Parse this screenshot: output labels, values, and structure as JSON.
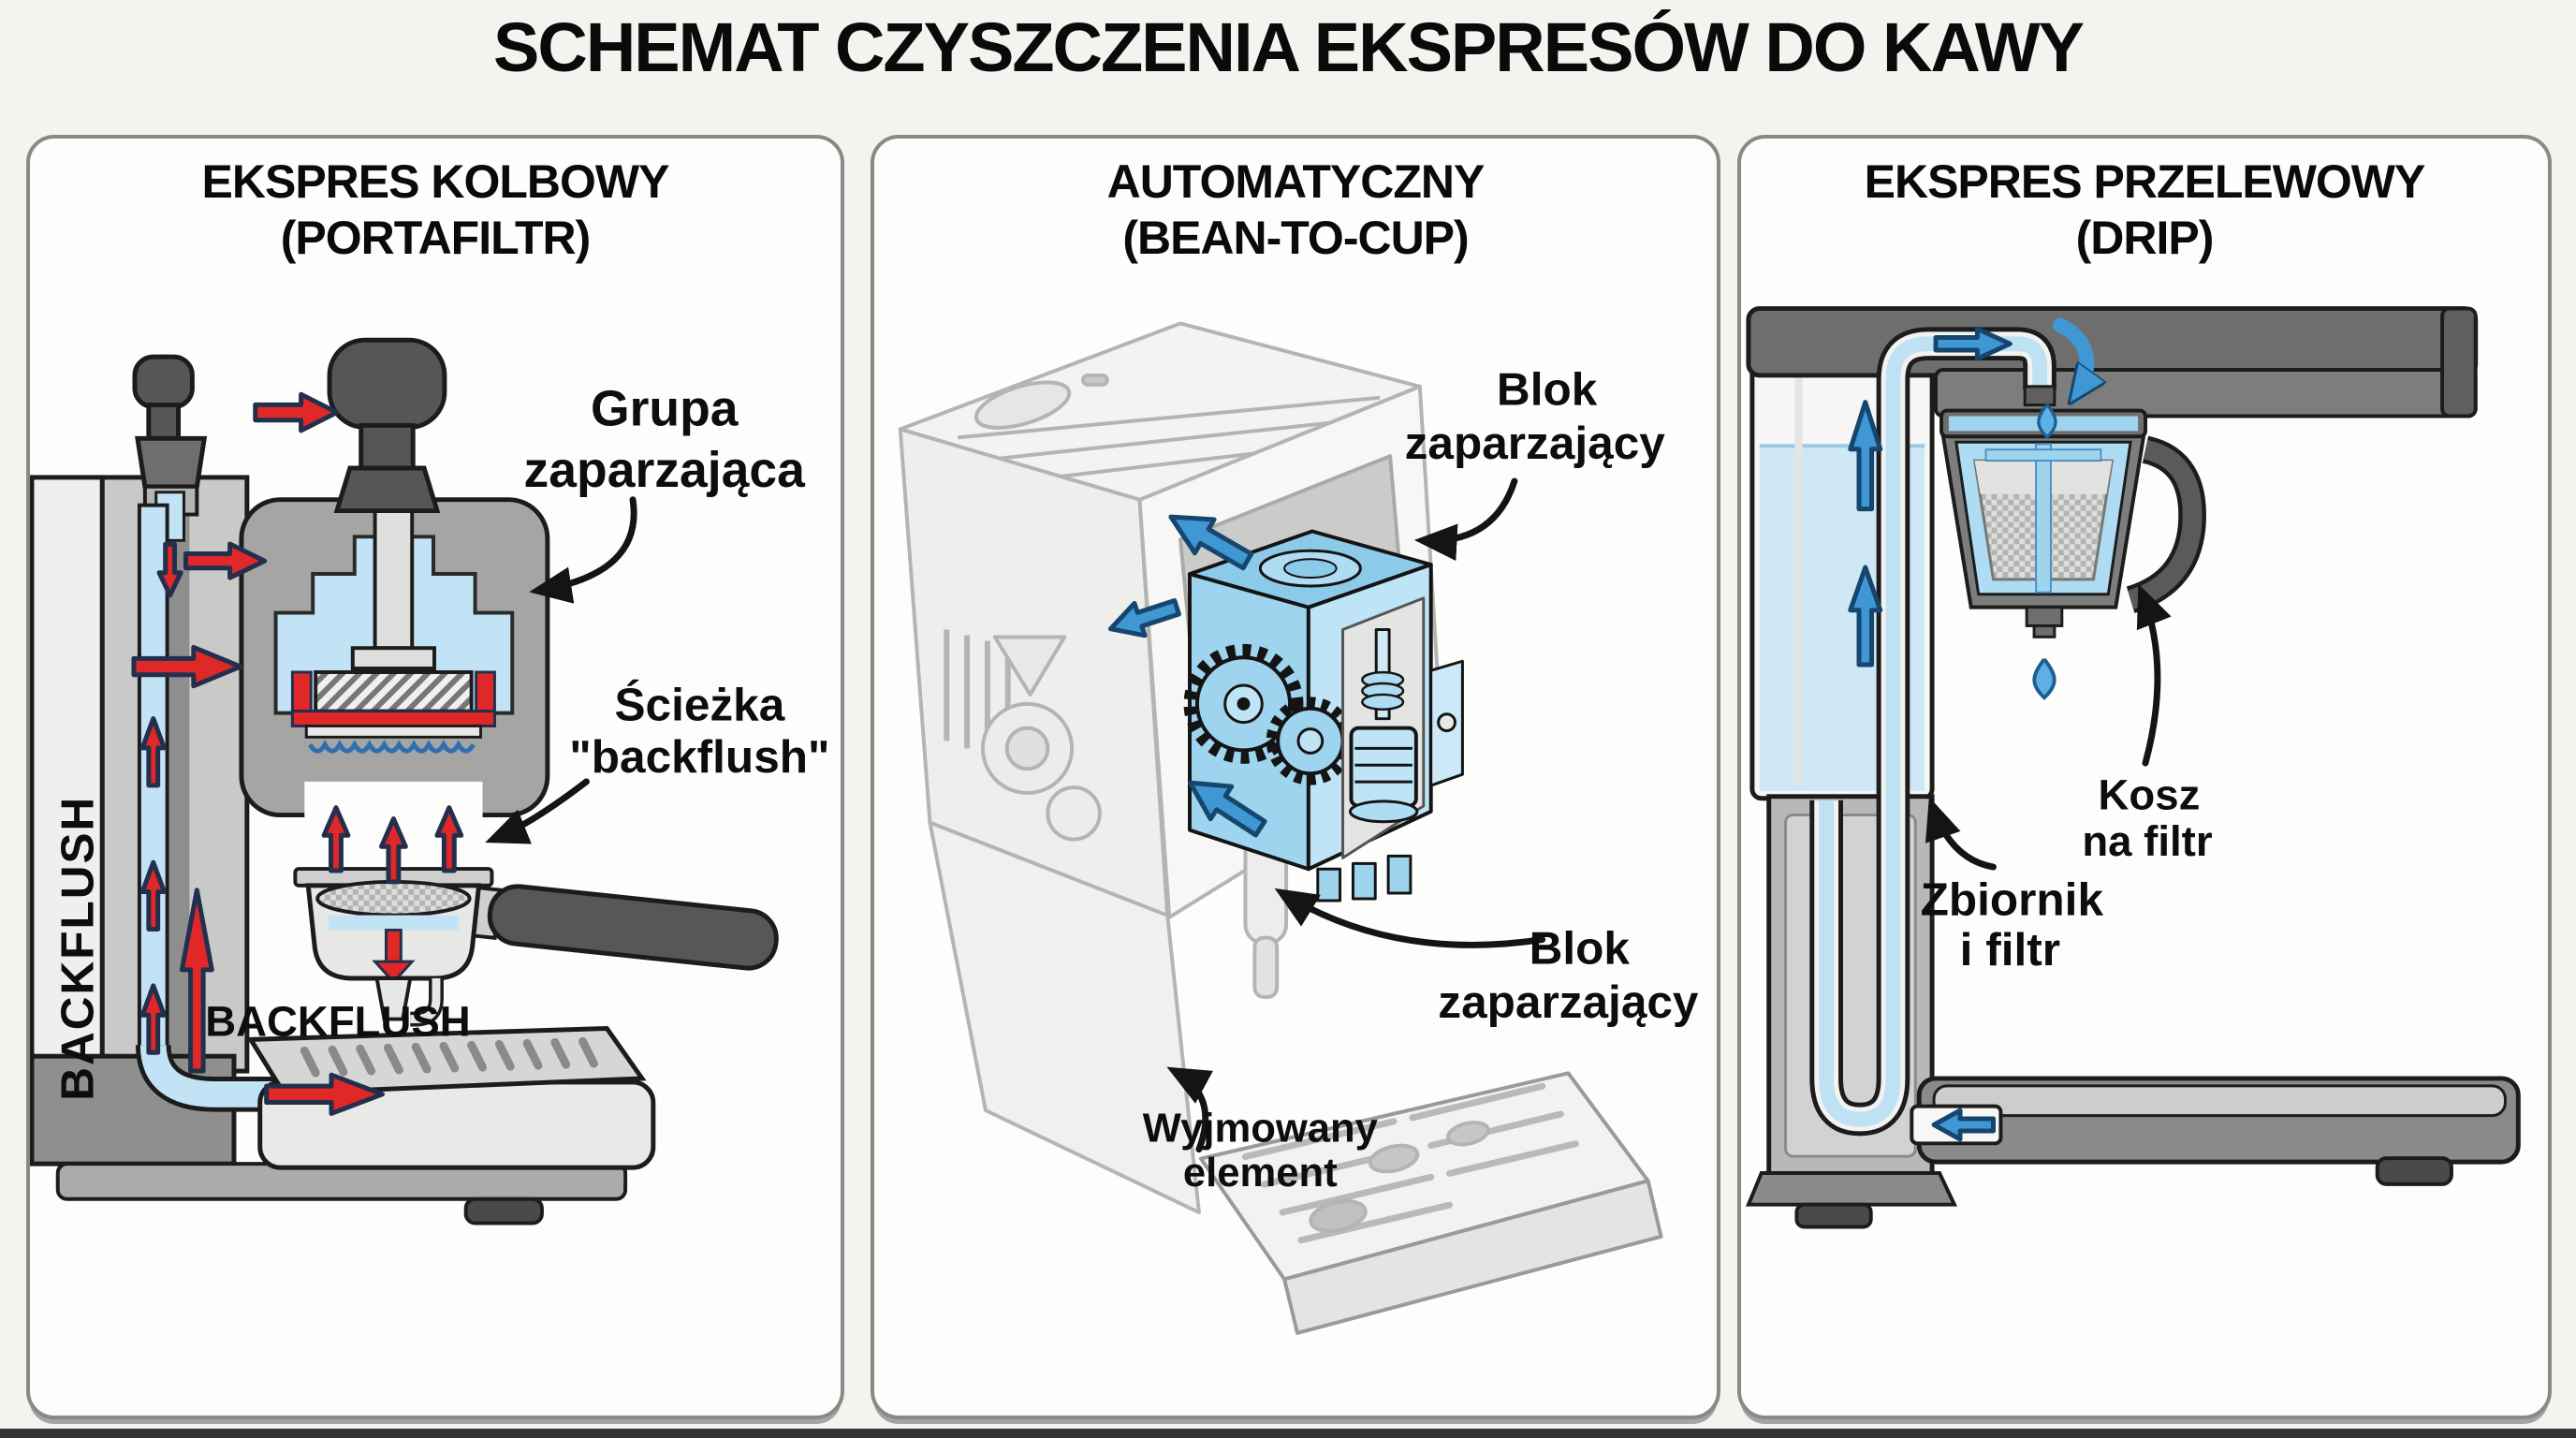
{
  "title": "SCHEMAT CZYSZCZENIA EKSPRESÓW DO KAWY",
  "panels": [
    {
      "id": "portafilter",
      "header_line1": "EKSPRES KOLBOWY",
      "header_line2": "(PORTAFILTR)",
      "labels": {
        "brew_group_line1": "Grupa",
        "brew_group_line2": "zaparzająca",
        "backflush_path_line1": "Ścieżka",
        "backflush_path_line2": "\"backflush\"",
        "backflush_vertical": "BACKFLUSH",
        "backflush_horizontal": "BACKFLUSH"
      }
    },
    {
      "id": "automatic",
      "header_line1": "AUTOMATYCZNY",
      "header_line2": "(BEAN-TO-CUP)",
      "labels": {
        "brew_block_top_line1": "Blok",
        "brew_block_top_line2": "zaparzający",
        "brew_block_side_line1": "Blok",
        "brew_block_side_line2": "zaparzający",
        "removable_line1": "Wyjmowany",
        "removable_line2": "element"
      }
    },
    {
      "id": "drip",
      "header_line1": "EKSPRES PRZELEWOWY",
      "header_line2": "(DRIP)",
      "labels": {
        "filter_basket_line1": "Kosz",
        "filter_basket_line2": "na filtr",
        "tank_filter_line1": "Zbiornik",
        "tank_filter_line2": "i filtr"
      }
    }
  ],
  "colors": {
    "red_flow": "#e02828",
    "blue_flow": "#3f97d4",
    "water_light": "#c2e3f5",
    "block_blue": "#9fd4ee",
    "panel_border": "#898987"
  }
}
